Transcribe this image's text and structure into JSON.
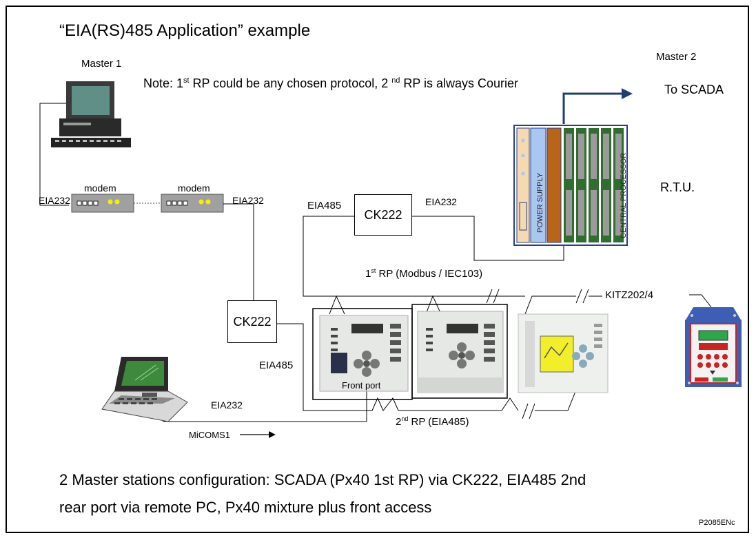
{
  "title": "“EIA(RS)485 Application” example",
  "master1": "Master 1",
  "master2": "Master 2",
  "note": {
    "part1": "Note: 1",
    "sup1": "st",
    "part2": " RP could be any chosen protocol, 2 ",
    "sup2": "nd",
    "part3": " RP is always  Courier"
  },
  "to_scada": "To SCADA",
  "rtu": "R.T.U.",
  "rtu_power_supply": "POWER SUPPLY",
  "rtu_central_processor": "CENTRAL PROCESSOR",
  "modem1": "modem",
  "modem2": "modem",
  "eia232_left": "EIA232",
  "eia232_right": "EIA232",
  "eia485_top": "EIA485",
  "ck222_top": "CK222",
  "ck222_left": "CK222",
  "eia232_mid": "EIA232",
  "rp1": {
    "pre": "1",
    "sup": "st",
    "post": " RP (Modbus / IEC103)"
  },
  "kitz": "KITZ202/4",
  "eia485_left": "EIA485",
  "front_port": "Front port",
  "eia232_laptop": "EIA232",
  "micom": "MiCOMS1",
  "rp2": {
    "pre": "2",
    "sup": "nd",
    "post": " RP (EIA485)"
  },
  "caption_line1": "2 Master stations configuration: SCADA (Px40 1st RP) via CK222, EIA485 2nd",
  "caption_line2": "rear port via remote PC, Px40 mixture plus front access",
  "figure_id": "P2085ENc",
  "colors": {
    "arrow_blue": "#1f3d7a",
    "rtu_border": "#2b3f86",
    "rtu_green": "#2f6e2f",
    "rtu_orange": "#b8651a",
    "rtu_peach": "#f5d9b0",
    "rtu_lightblue": "#a9c7f0",
    "modem_grey": "#a0a0a0",
    "led_yellow": "#f4f000",
    "kitz_blue": "#3e5db5",
    "kitz_red": "#cc2222",
    "lcd_green": "#2aa84a"
  }
}
